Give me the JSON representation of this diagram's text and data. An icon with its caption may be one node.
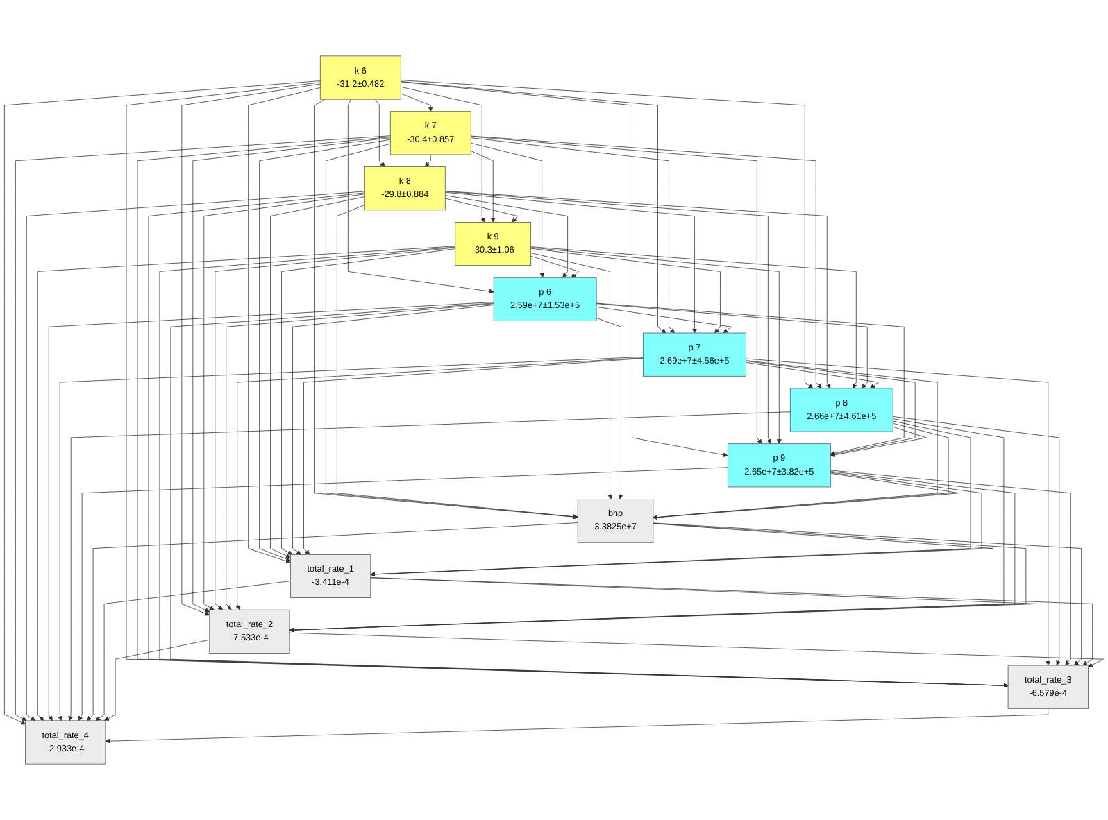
{
  "diagram": {
    "nodes": [
      {
        "text": [
          "k 6",
          "-31.2±0.482"
        ]
      },
      {
        "text": [
          "k 7",
          "-30.4±0.857"
        ]
      },
      {
        "text": [
          "k 8",
          "-29.8±0.884"
        ]
      },
      {
        "text": [
          "k 9",
          "-30.3±1.06"
        ]
      },
      {
        "text": [
          "p 6",
          "2.59e+7±1.53e+5"
        ]
      },
      {
        "text": [
          "p 7",
          "2.69e+7±4.56e+5"
        ]
      },
      {
        "text": [
          "p 8",
          "2.66e+7±4.61e+5"
        ]
      },
      {
        "text": [
          "p 9",
          "2.65e+7±3.82e+5"
        ]
      },
      {
        "text": [
          "bhp",
          "3.3825e+7"
        ]
      },
      {
        "text": [
          "total_rate_1",
          "-3.411e-4"
        ]
      },
      {
        "text": [
          "total_rate_2",
          "-7.533e-4"
        ]
      },
      {
        "text": [
          "total_rate_3",
          "-6.579e-4"
        ]
      },
      {
        "text": [
          "total_rate_4",
          "-2.933e-4"
        ]
      }
    ],
    "edges": [
      {
        "from": 0,
        "to": 1,
        "arrow": "to"
      },
      {
        "from": 0,
        "to": 2,
        "arrow": "to"
      },
      {
        "from": 0,
        "to": 3,
        "arrow": "to"
      },
      {
        "from": 0,
        "to": 4,
        "arrow": "to"
      },
      {
        "from": 0,
        "to": 5,
        "arrow": "to"
      },
      {
        "from": 0,
        "to": 6,
        "arrow": "to"
      },
      {
        "from": 0,
        "to": 7,
        "arrow": "to"
      },
      {
        "from": 0,
        "to": 8,
        "arrow": "to"
      },
      {
        "from": 0,
        "to": 9,
        "arrow": "to"
      },
      {
        "from": 0,
        "to": 10,
        "arrow": "to"
      },
      {
        "from": 0,
        "to": 11,
        "arrow": "to"
      },
      {
        "from": 0,
        "to": 12,
        "arrow": "to"
      },
      {
        "from": 1,
        "to": 2,
        "arrow": "to"
      },
      {
        "from": 1,
        "to": 3,
        "arrow": "to"
      },
      {
        "from": 1,
        "to": 4,
        "arrow": "to"
      },
      {
        "from": 1,
        "to": 5,
        "arrow": "to"
      },
      {
        "from": 1,
        "to": 6,
        "arrow": "to"
      },
      {
        "from": 1,
        "to": 7,
        "arrow": "to"
      },
      {
        "from": 1,
        "to": 8,
        "arrow": "to"
      },
      {
        "from": 1,
        "to": 9,
        "arrow": "to"
      },
      {
        "from": 1,
        "to": 10,
        "arrow": "to"
      },
      {
        "from": 1,
        "to": 11,
        "arrow": "to"
      },
      {
        "from": 1,
        "to": 12,
        "arrow": "to"
      },
      {
        "from": 2,
        "to": 3,
        "arrow": "to"
      },
      {
        "from": 2,
        "to": 4,
        "arrow": "to"
      },
      {
        "from": 2,
        "to": 5,
        "arrow": "to"
      },
      {
        "from": 2,
        "to": 6,
        "arrow": "to"
      },
      {
        "from": 2,
        "to": 7,
        "arrow": "to"
      },
      {
        "from": 2,
        "to": 8,
        "arrow": "to"
      },
      {
        "from": 2,
        "to": 9,
        "arrow": "to"
      },
      {
        "from": 2,
        "to": 10,
        "arrow": "to"
      },
      {
        "from": 2,
        "to": 11,
        "arrow": "to"
      },
      {
        "from": 2,
        "to": 12,
        "arrow": "to"
      },
      {
        "from": 3,
        "to": 4,
        "arrow": "to"
      },
      {
        "from": 3,
        "to": 5,
        "arrow": "to"
      },
      {
        "from": 3,
        "to": 6,
        "arrow": "to"
      },
      {
        "from": 3,
        "to": 7,
        "arrow": "to"
      },
      {
        "from": 3,
        "to": 8,
        "arrow": "to"
      },
      {
        "from": 3,
        "to": 9,
        "arrow": "to"
      },
      {
        "from": 3,
        "to": 10,
        "arrow": "to"
      },
      {
        "from": 3,
        "to": 11,
        "arrow": "to"
      },
      {
        "from": 3,
        "to": 12,
        "arrow": "to"
      },
      {
        "from": 4,
        "to": 5,
        "arrow": "to"
      },
      {
        "from": 4,
        "to": 6,
        "arrow": "to"
      },
      {
        "from": 4,
        "to": 7,
        "arrow": "to"
      },
      {
        "from": 4,
        "to": 8,
        "arrow": "to"
      },
      {
        "from": 4,
        "to": 9,
        "arrow": "to"
      },
      {
        "from": 4,
        "to": 10,
        "arrow": "to"
      },
      {
        "from": 4,
        "to": 11,
        "arrow": "to"
      },
      {
        "from": 4,
        "to": 12,
        "arrow": "to"
      },
      {
        "from": 5,
        "to": 6,
        "arrow": "to"
      },
      {
        "from": 5,
        "to": 7,
        "arrow": "to"
      },
      {
        "from": 5,
        "to": 8,
        "arrow": "to"
      },
      {
        "from": 5,
        "to": 9,
        "arrow": "to"
      },
      {
        "from": 5,
        "to": 10,
        "arrow": "to"
      },
      {
        "from": 5,
        "to": 11,
        "arrow": "to"
      },
      {
        "from": 5,
        "to": 12,
        "arrow": "to"
      },
      {
        "from": 6,
        "to": 7,
        "arrow": "to"
      },
      {
        "from": 6,
        "to": 8,
        "arrow": "to"
      },
      {
        "from": 6,
        "to": 9,
        "arrow": "to"
      },
      {
        "from": 6,
        "to": 10,
        "arrow": "to"
      },
      {
        "from": 6,
        "to": 11,
        "arrow": "to"
      },
      {
        "from": 6,
        "to": 12,
        "arrow": "to"
      },
      {
        "from": 7,
        "to": 8,
        "arrow": "to"
      },
      {
        "from": 7,
        "to": 9,
        "arrow": "to"
      },
      {
        "from": 7,
        "to": 10,
        "arrow": "to"
      },
      {
        "from": 7,
        "to": 11,
        "arrow": "to"
      },
      {
        "from": 7,
        "to": 12,
        "arrow": "to"
      },
      {
        "from": 8,
        "to": 9,
        "arrow": "to"
      },
      {
        "from": 8,
        "to": 10,
        "arrow": "to"
      },
      {
        "from": 8,
        "to": 11,
        "arrow": "to"
      },
      {
        "from": 8,
        "to": 12,
        "arrow": "to"
      },
      {
        "from": 9,
        "to": 10,
        "arrow": "to"
      },
      {
        "from": 9,
        "to": 11,
        "arrow": "to"
      },
      {
        "from": 9,
        "to": 12,
        "arrow": "to"
      },
      {
        "from": 10,
        "to": 11,
        "arrow": "to"
      },
      {
        "from": 10,
        "to": 12,
        "arrow": "to"
      },
      {
        "from": 11,
        "to": 12,
        "arrow": "to"
      }
    ]
  }
}
